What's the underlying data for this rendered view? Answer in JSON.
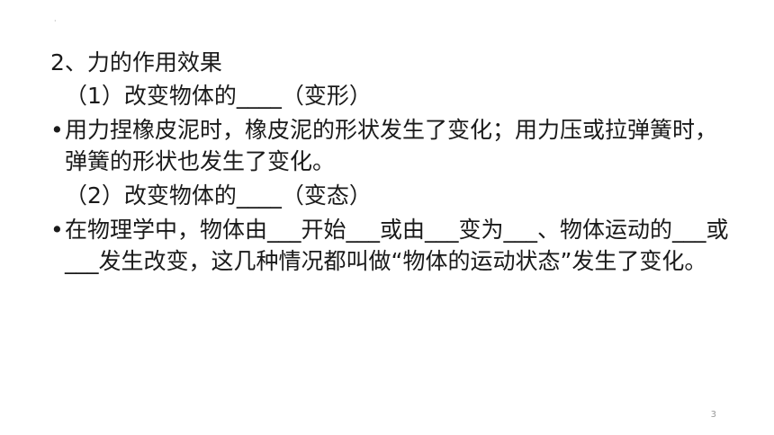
{
  "slide": {
    "marker": "·",
    "heading": "2、力的作用效果",
    "sub1": "（1）改变物体的____（变形）",
    "bullet1": "用力捏橡皮泥时，橡皮泥的形状发生了变化；用力压或拉弹簧时，弹簧的形状也发生了变化。",
    "sub2": "（2）改变物体的____（变态）",
    "bullet2": "在物理学中，物体由___开始___或由___变为___、物体运动的___或___发生改变，这几种情况都叫做“物体的运动状态”发生了变化。",
    "bullet_symbol": "•",
    "page_number": "3"
  }
}
